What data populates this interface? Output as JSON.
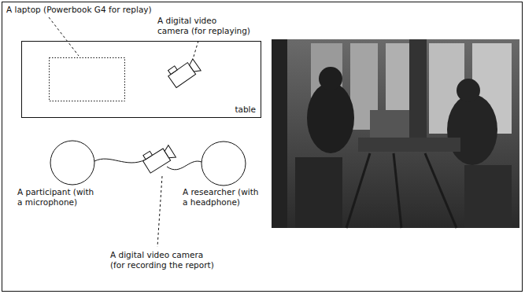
{
  "diagram": {
    "nodes": [
      {
        "text": [
          "table"
        ]
      }
    ],
    "labels": [
      "A laptop (Powerbook G4 for replay)",
      "A digital video camera (for replaying)",
      "A participant (with a microphone)",
      "A researcher (with a headphone)",
      "A digital video camera (for recording the report)"
    ]
  }
}
